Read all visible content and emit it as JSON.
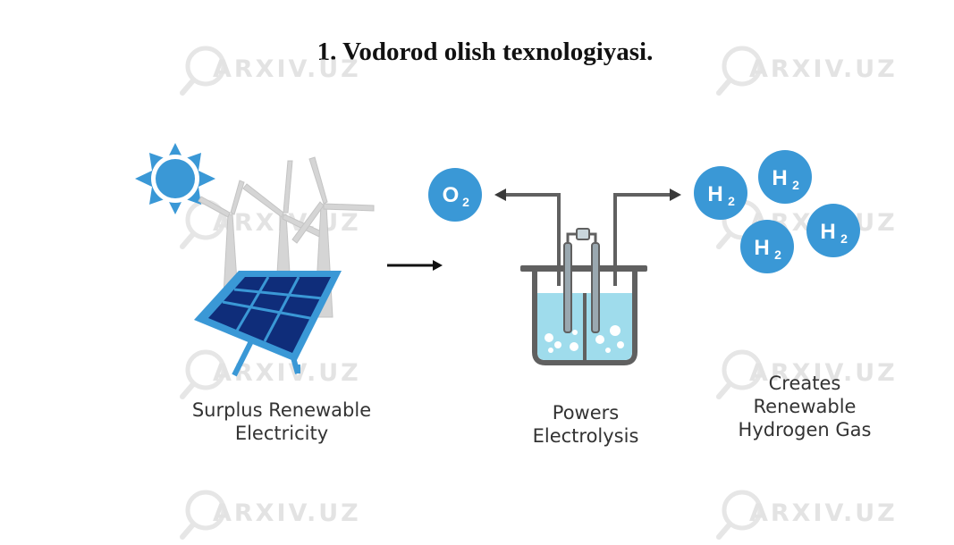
{
  "title": "1. Vodorod olish texnologiyasi.",
  "watermark": "ARXIV.UZ",
  "captions": {
    "left": [
      "Surplus Renewable",
      "Electricity"
    ],
    "middle": [
      "Powers",
      "Electrolysis"
    ],
    "right": [
      "Creates",
      "Renewable",
      "Hydrogen Gas"
    ]
  },
  "molecules": {
    "oxygen": "O",
    "oxygen_sub": "2",
    "hydrogen": "H",
    "hydrogen_sub": "2"
  },
  "colors": {
    "blue": "#3a98d6",
    "panel": "#0f2d7a",
    "water": "#9fdcec",
    "gray": "#606060"
  }
}
